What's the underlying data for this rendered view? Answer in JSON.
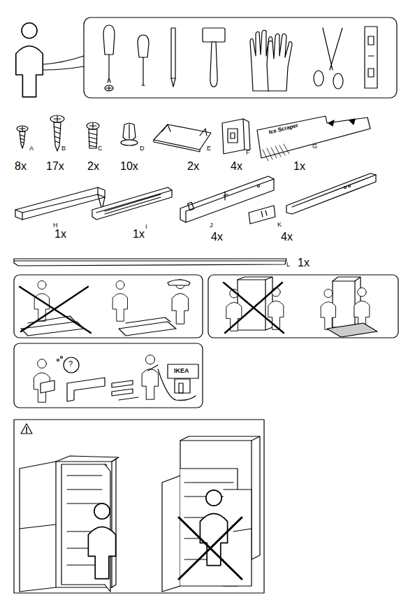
{
  "diagram": {
    "labels": [
      "A",
      "8x",
      "B",
      "17x",
      "C",
      "2x",
      "D",
      "10x",
      "E",
      "2x",
      "F",
      "4x",
      "G",
      "1x",
      "H",
      "1x",
      "I",
      "1x",
      "J",
      "4x",
      "K",
      "4x",
      "L",
      "1x",
      "Ice Scraper",
      "?",
      "IKEA"
    ]
  }
}
